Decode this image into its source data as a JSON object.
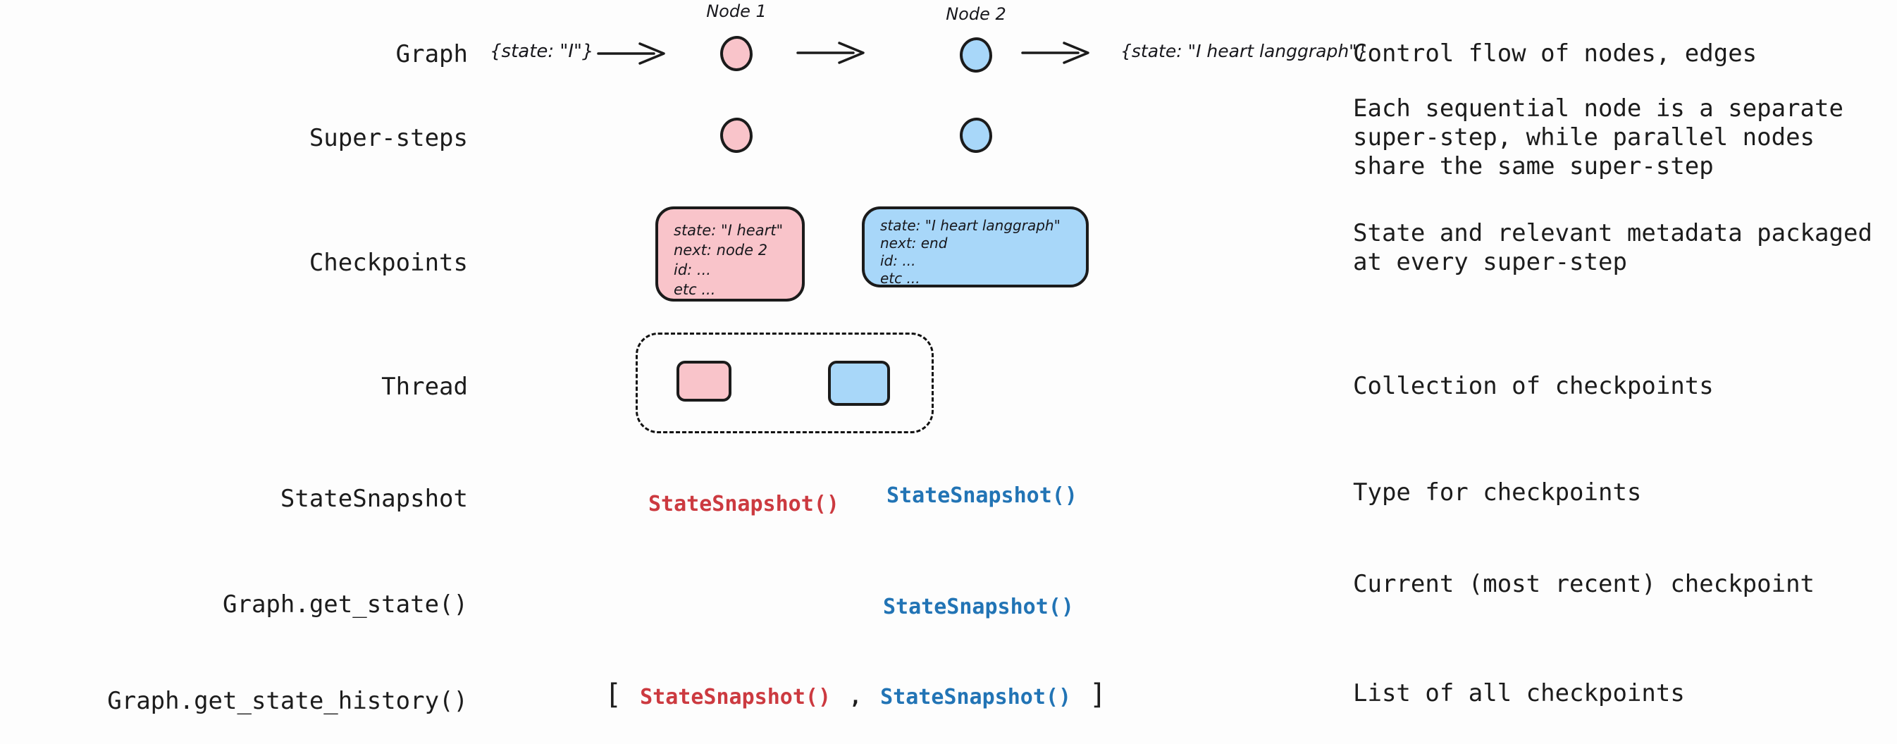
{
  "colors": {
    "pink": "#f9c4ca",
    "blue": "#a8d7f9",
    "stroke": "#1b1b1b",
    "red_code": "#cc3a40",
    "blue_code": "#2274b5",
    "text": "#1c1c1c"
  },
  "rows": {
    "graph": {
      "label": "Graph",
      "description": "Control flow of nodes, edges",
      "input_state": "{state: \"I\"}",
      "node1_label": "Node 1",
      "node2_label": "Node 2",
      "output_state": "{state: \"I heart langgraph\"}"
    },
    "super_steps": {
      "label": "Super-steps",
      "description": "Each sequential node is a separate\nsuper-step, while parallel nodes\nshare the same super-step"
    },
    "checkpoints": {
      "label": "Checkpoints",
      "description": "State and relevant metadata packaged\nat every super-step",
      "pink_box": {
        "lines": [
          "state: \"I heart\"",
          "next: node 2",
          "id: ...",
          "etc ..."
        ]
      },
      "blue_box": {
        "lines": [
          "state: \"I heart langgraph\"",
          "next: end",
          "id: ...",
          "etc ..."
        ]
      }
    },
    "thread": {
      "label": "Thread",
      "description": "Collection of checkpoints"
    },
    "state_snapshot": {
      "label": "StateSnapshot",
      "description": "Type for checkpoints",
      "red_code": "StateSnapshot()",
      "blue_code": "StateSnapshot()"
    },
    "get_state": {
      "label": "Graph.get_state()",
      "description": "Current (most recent) checkpoint",
      "blue_code": "StateSnapshot()"
    },
    "get_state_history": {
      "label": "Graph.get_state_history()",
      "description": "List of all checkpoints",
      "bracket_open": "[",
      "red_code": "StateSnapshot()",
      "comma": ",",
      "blue_code": "StateSnapshot()",
      "bracket_close": "]"
    }
  }
}
